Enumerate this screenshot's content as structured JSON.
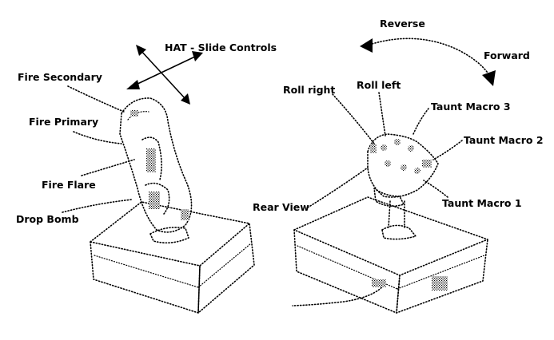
{
  "left_joystick": {
    "labels": {
      "hat_slide": "HAT - Slide Controls",
      "fire_secondary": "Fire Secondary",
      "fire_primary": "Fire Primary",
      "fire_flare": "Fire Flare",
      "drop_bomb": "Drop Bomb"
    }
  },
  "right_joystick": {
    "labels": {
      "reverse": "Reverse",
      "forward": "Forward",
      "roll_right": "Roll right",
      "roll_left": "Roll left",
      "taunt_macro_3": "Taunt Macro 3",
      "taunt_macro_2": "Taunt Macro 2",
      "taunt_macro_1": "Taunt Macro 1",
      "rear_view": "Rear View"
    }
  }
}
